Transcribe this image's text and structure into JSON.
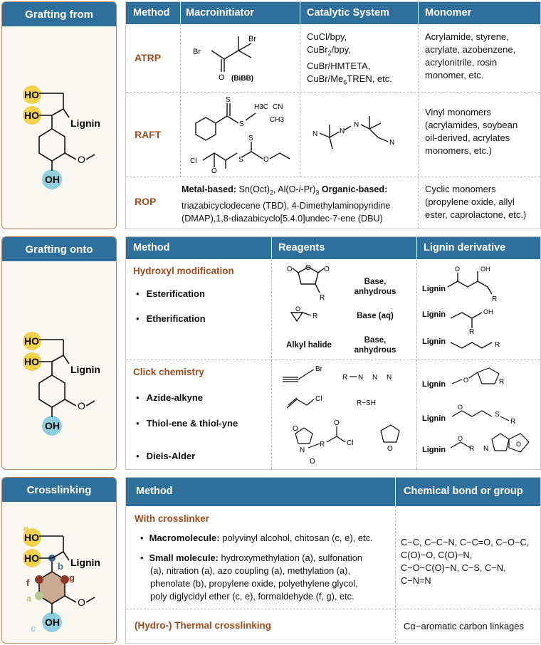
{
  "panels": [
    {
      "title": "Grafting from",
      "ho1": "HO",
      "ho2": "HO",
      "lignin": "Lignin",
      "oh": "OH"
    },
    {
      "title": "Grafting onto",
      "ho1": "HO",
      "ho2": "HO",
      "lignin": "Lignin",
      "oh": "OH"
    },
    {
      "title": "Crosslinking",
      "ho1": "HO",
      "ho2": "HO",
      "lignin": "Lignin",
      "oh": "OH",
      "labels": {
        "a": "a",
        "b": "b",
        "c": "c",
        "e": "e",
        "f": "f",
        "g": "g"
      }
    }
  ],
  "grafting_from": {
    "headers": [
      "Method",
      "Macroinitiator",
      "Catalytic System",
      "Monomer"
    ],
    "atrp": {
      "method": "ATRP",
      "initiator_name": "(BiBB)",
      "catalysts": [
        "CuCl/bpy,",
        "CuBr",
        "/bpy,",
        "CuBr/HMTETA,",
        "CuBr/Me",
        "TREN, etc."
      ],
      "monomer": [
        "Acrylamide, styrene,",
        "acrylate, azobenzene,",
        "acrylonitrile, rosin",
        "monomer, etc."
      ]
    },
    "raft": {
      "method": "RAFT",
      "monomer": [
        "Vinyl monomers",
        "(acrylamides, soybean",
        "oil-derived, acrylates",
        "monomers, etc.)"
      ]
    },
    "rop": {
      "method": "ROP",
      "metal_label": "Metal-based:",
      "metal_text": " Sn(Oct)",
      "metal_text2": ", Al(O-",
      "metal_text3": "i",
      "metal_text4": "-Pr)",
      "organic_label": " Organic-based:",
      "line2": "triazabicyclodecene (TBD), 4-Dimethylaminopyridine",
      "line3": "(DMAP),1,8-diazabicyclo[5.4.0]undec-7-ene (DBU)",
      "monomer": [
        "Cyclic monomers",
        "(propylene oxide, allyl",
        "ester, caprolactone, etc.)"
      ]
    }
  },
  "grafting_onto": {
    "headers": [
      "Method",
      "Reagents",
      "Lignin derivative"
    ],
    "hydroxyl": {
      "title": "Hydroxyl modification",
      "items": [
        "Esterification",
        "Etherification"
      ],
      "conditions": [
        "Base,",
        "anhydrous",
        "Base (aq)",
        "Alkyl halide",
        "Base,",
        "anhydrous"
      ]
    },
    "click": {
      "title": "Click chemistry",
      "items": [
        "Azide-alkyne",
        "Thiol-ene & thiol-yne",
        "Diels-Alder"
      ]
    }
  },
  "crosslinking": {
    "headers": [
      "Method",
      "Chemical bond or group"
    ],
    "with": {
      "title": "With crosslinker",
      "macro_label": "Macromolecule:",
      "macro_text": " polyvinyl alcohol, chitosan (c, e), etc.",
      "small_label": "Small molecule:",
      "small_lines": [
        " hydroxymethylation (a), sulfonation",
        "(a), nitration (a), azo coupling (a), methylation (a),",
        "phenolate (b), propylene oxide, polyethylene glycol,",
        "poly diglycidyl ether (c, e), formaldehyde (f, g), etc."
      ],
      "bonds": [
        "C−C, C−C−N, C−C=O, C−O−C,",
        "C(O)−O, C(O)−N,",
        "C−O−C(O)−N, C−S, C−N,",
        "C−N=N"
      ]
    },
    "thermal": {
      "title": "(Hydro-) Thermal crosslinking",
      "bond": "Cα−aromatic carbon linkages"
    }
  },
  "chem": {
    "Br": "Br",
    "O": "O",
    "Cl": "Cl",
    "S": "S",
    "N": "N",
    "R": "R",
    "OH": "OH",
    "H3C": "H3C",
    "CN": "CN",
    "CH3": "CH3",
    "Lignin": "Lignin",
    "RSH": "R−SH"
  },
  "colors": {
    "header_blue": "#2f6f9c",
    "method_brown": "#a04c1e",
    "yellow": "#f2d24a",
    "cyan": "#8fd0dc",
    "ring": "#9b5a2a"
  }
}
